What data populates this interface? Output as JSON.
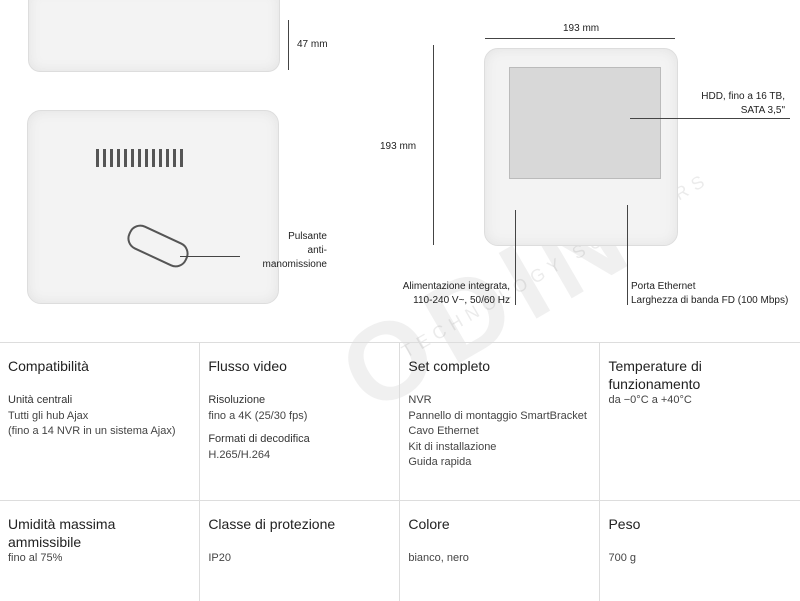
{
  "diagrams": {
    "height_dim": "47 mm",
    "width_dim": "193 mm",
    "depth_dim": "193 mm",
    "tamper_label": [
      "Pulsante",
      "anti-manomissione"
    ],
    "hdd_label": [
      "HDD, fino a 16 TB,",
      "SATA 3,5\""
    ],
    "power_label": [
      "Alimentazione integrata,",
      "110-240 V~, 50/60 Hz"
    ],
    "ethernet_label": [
      "Porta Ethernet",
      "Larghezza di banda FD (100 Mbps)"
    ]
  },
  "watermark": {
    "brand": "ODIN",
    "tagline": "TECHNOLOGY SUPPLIERS"
  },
  "specs": [
    {
      "title": "Compatibilità",
      "lines": [
        [
          "Unità centrali",
          "Tutti gli hub Ajax",
          "(fino a 14 NVR in un sistema Ajax)"
        ]
      ]
    },
    {
      "title": "Flusso video",
      "lines": [
        [
          "Risoluzione",
          "fino a 4K (25/30 fps)"
        ],
        [
          "Formati di decodifica",
          "H.265/H.264"
        ]
      ]
    },
    {
      "title": "Set completo",
      "lines": [
        [
          "NVR",
          "Pannello di montaggio SmartBracket",
          "Cavo Ethernet",
          "Kit di installazione",
          "Guida rapida"
        ]
      ]
    },
    {
      "title": "Temperature di funzionamento",
      "lines": [
        [
          "da −0°C a +40°C"
        ]
      ]
    },
    {
      "title": "Umidità massima ammissibile",
      "lines": [
        [
          "fino al 75%"
        ]
      ]
    },
    {
      "title": "Classe di protezione",
      "lines": [
        [
          "IP20"
        ]
      ]
    },
    {
      "title": "Colore",
      "lines": [
        [
          "bianco, nero"
        ]
      ]
    },
    {
      "title": "Peso",
      "lines": [
        [
          "700 g"
        ]
      ]
    }
  ]
}
